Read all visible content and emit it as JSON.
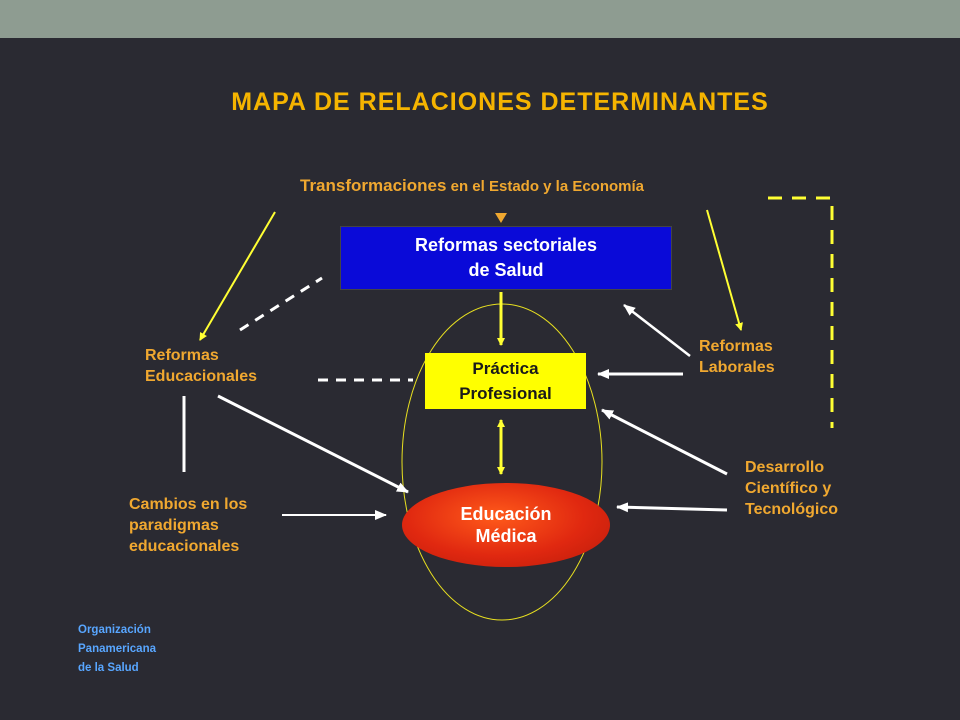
{
  "title": "MAPA DE RELACIONES DETERMINANTES",
  "top": {
    "main": "Transformaciones",
    "rest": " en el Estado y la Economía"
  },
  "nodes": {
    "reformas_sectoriales": [
      "Reformas sectoriales",
      "de Salud"
    ],
    "practica": [
      "Práctica",
      "Profesional"
    ],
    "educacion": [
      "Educación",
      "Médica"
    ],
    "reformas_educacionales": [
      "Reformas",
      "Educacionales"
    ],
    "reformas_laborales": [
      "Reformas",
      "Laborales"
    ],
    "cambios": [
      "Cambios en los",
      "paradigmas",
      "educacionales"
    ],
    "desarrollo": [
      "Desarrollo",
      "Científico y",
      "Tecnológico"
    ]
  },
  "footer": {
    "org": [
      "Organización",
      "Panamericana",
      "de la Salud"
    ]
  },
  "colors": {
    "background": "#2a2a32",
    "accent": "#f0a830",
    "title": "#f5b400",
    "reformas_box": "#0a0ad8",
    "practica_box": "#ffff00",
    "educacion_box": "#e02810",
    "arrow_yellow": "#ffff33",
    "arrow_white": "#ffffff",
    "org_text": "#58a6ff"
  }
}
